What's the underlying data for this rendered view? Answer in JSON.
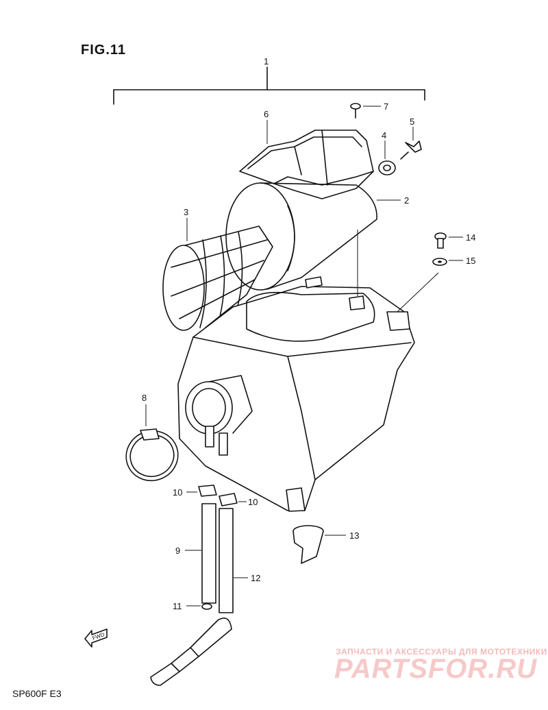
{
  "figure": {
    "title": "FIG.11"
  },
  "callouts": [
    {
      "id": "1",
      "label": "1"
    },
    {
      "id": "2",
      "label": "2"
    },
    {
      "id": "3",
      "label": "3"
    },
    {
      "id": "4",
      "label": "4"
    },
    {
      "id": "5",
      "label": "5"
    },
    {
      "id": "6",
      "label": "6"
    },
    {
      "id": "7",
      "label": "7"
    },
    {
      "id": "8",
      "label": "8"
    },
    {
      "id": "9",
      "label": "9"
    },
    {
      "id": "10a",
      "label": "10"
    },
    {
      "id": "10b",
      "label": "10"
    },
    {
      "id": "11",
      "label": "11"
    },
    {
      "id": "12",
      "label": "12"
    },
    {
      "id": "13",
      "label": "13"
    },
    {
      "id": "14",
      "label": "14"
    },
    {
      "id": "15",
      "label": "15"
    }
  ],
  "fwd_arrow": {
    "label": "FWD"
  },
  "footer": {
    "model_code": "SP600F E3"
  },
  "watermark": {
    "tagline": "ЗАПЧАСТИ И АКСЕССУАРЫ ДЛЯ МОТОТЕХНИКИ",
    "brand": "PARTSFOR.RU"
  }
}
